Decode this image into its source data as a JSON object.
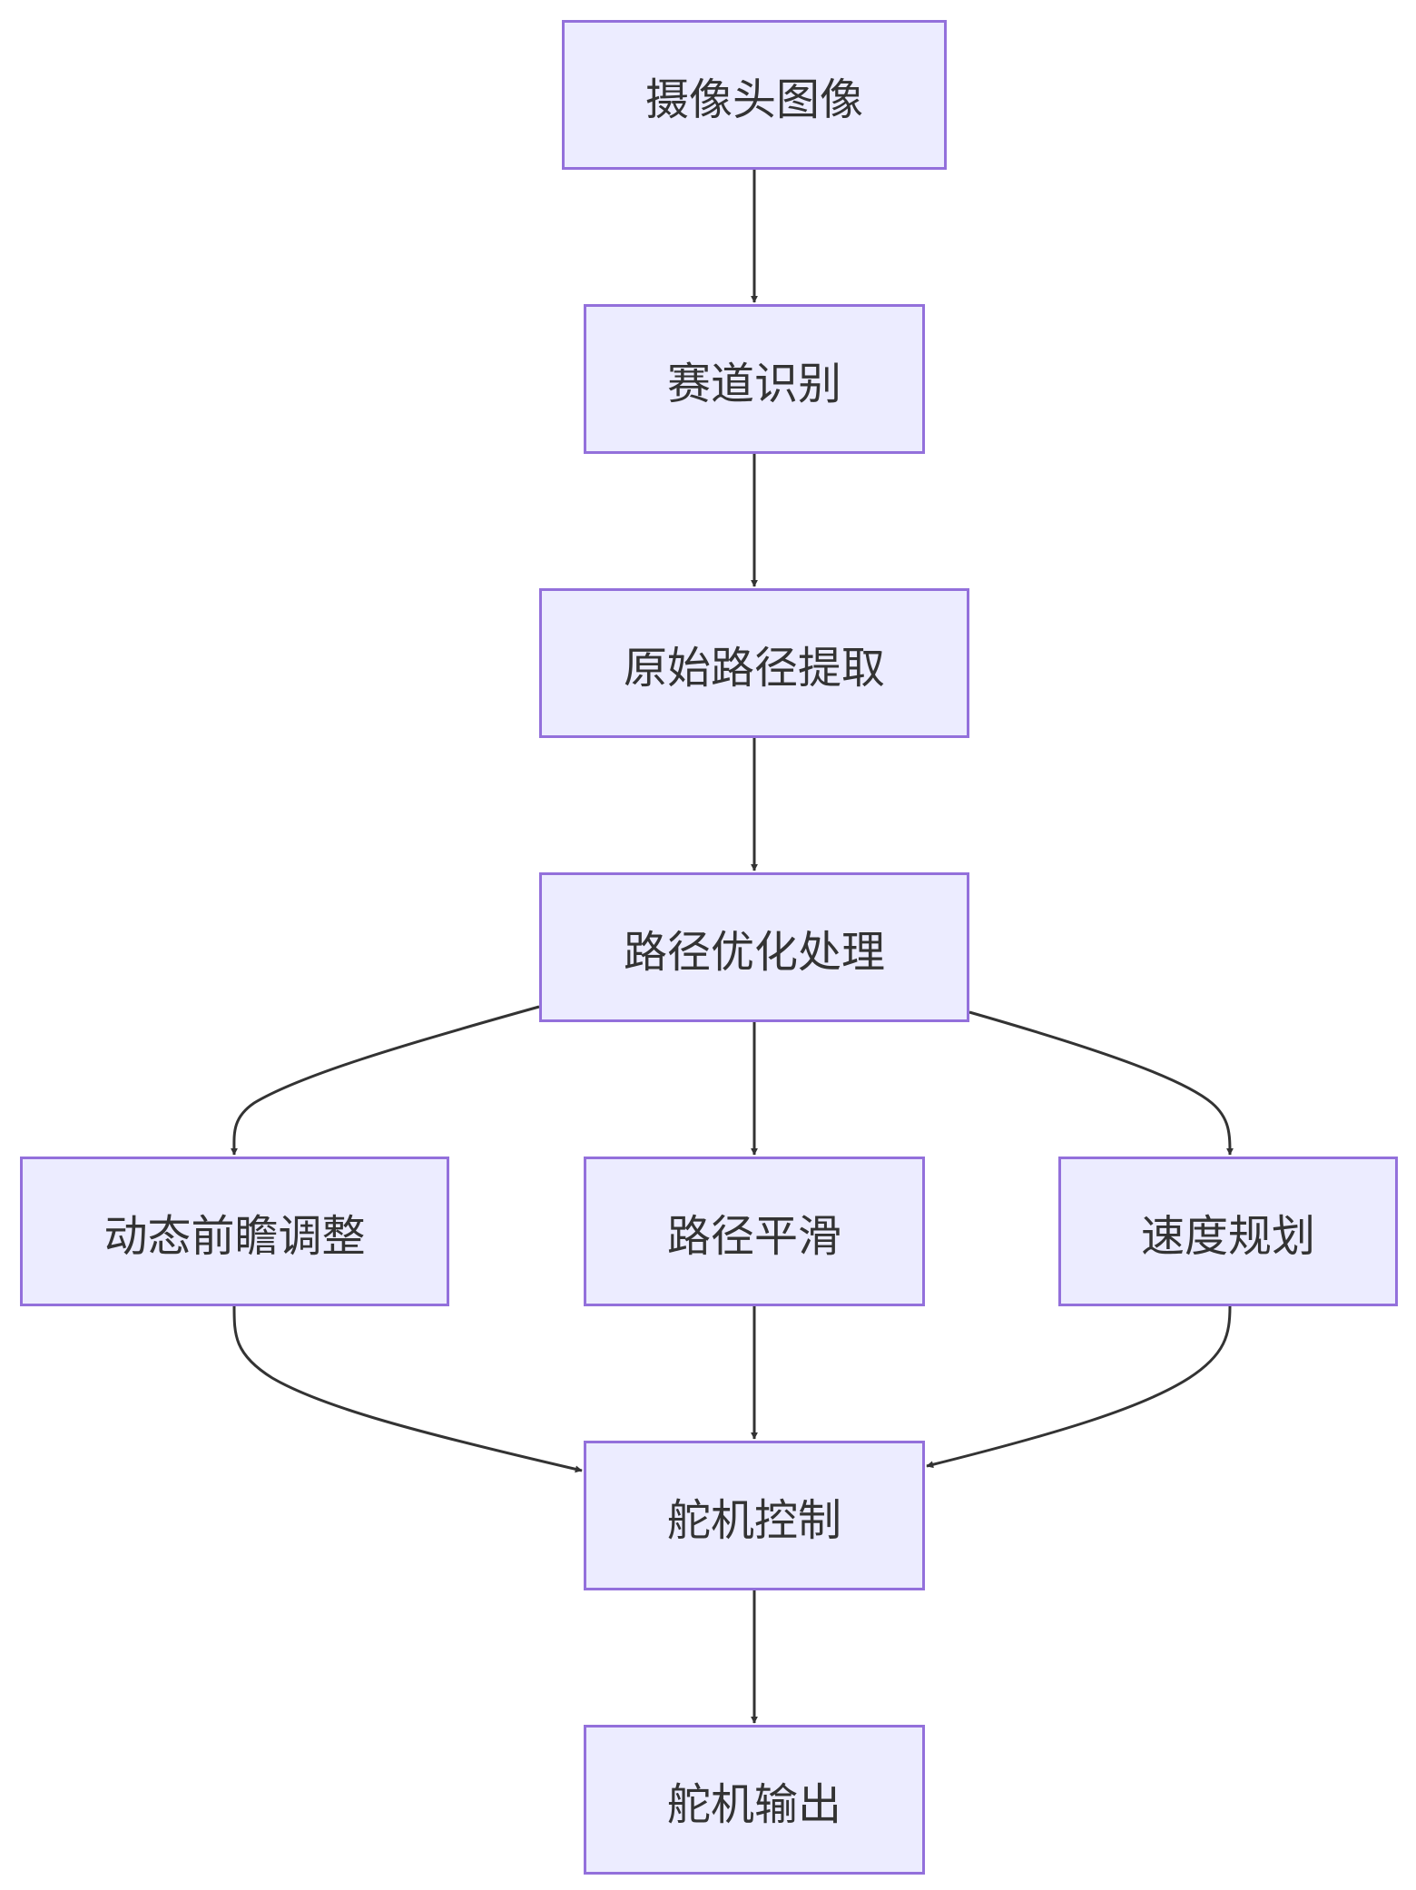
{
  "diagram": {
    "type": "flowchart",
    "direction": "top-down",
    "colors": {
      "node_fill": "#ECECFF",
      "node_border": "#9370DB",
      "edge": "#333333",
      "text": "#333333"
    },
    "nodes": {
      "camera": "摄像头图像",
      "track": "赛道识别",
      "extract": "原始路径提取",
      "optimize": "路径优化处理",
      "lookahead": "动态前瞻调整",
      "smooth": "路径平滑",
      "speed": "速度规划",
      "servo": "舵机控制",
      "output": "舵机输出"
    },
    "edges": [
      [
        "camera",
        "track"
      ],
      [
        "track",
        "extract"
      ],
      [
        "extract",
        "optimize"
      ],
      [
        "optimize",
        "lookahead"
      ],
      [
        "optimize",
        "smooth"
      ],
      [
        "optimize",
        "speed"
      ],
      [
        "lookahead",
        "servo"
      ],
      [
        "smooth",
        "servo"
      ],
      [
        "speed",
        "servo"
      ],
      [
        "servo",
        "output"
      ]
    ]
  }
}
